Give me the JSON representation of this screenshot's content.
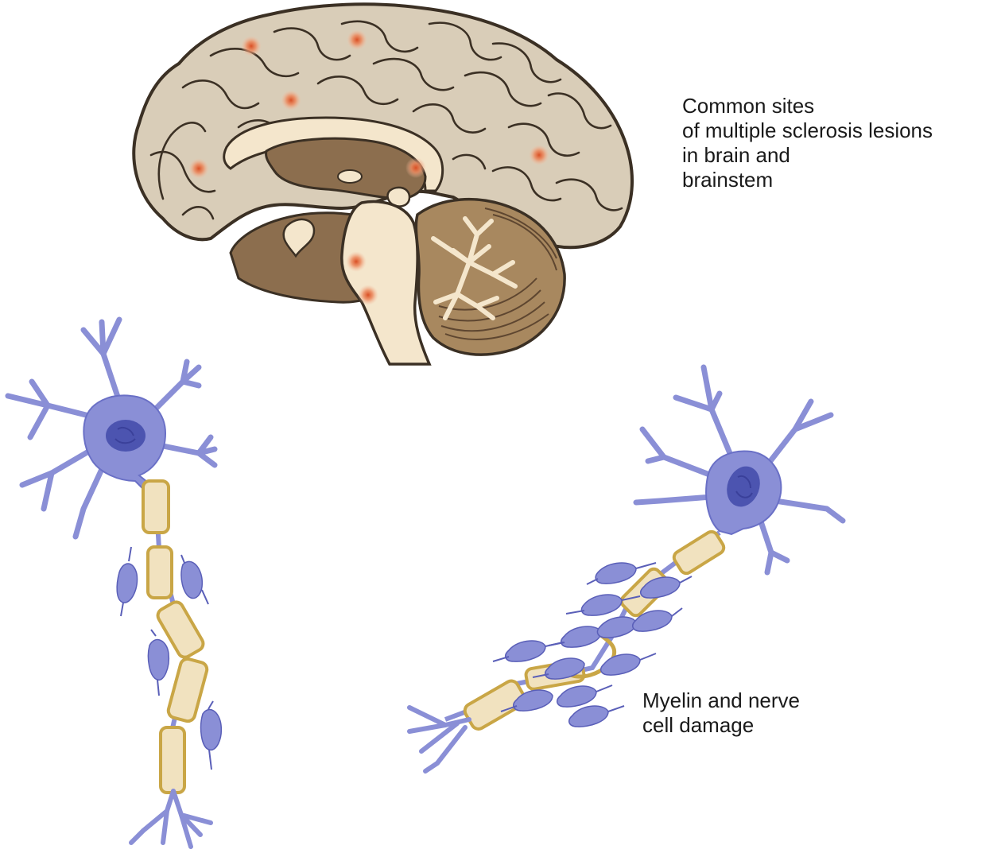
{
  "labels": {
    "lesion_sites": [
      "Common sites",
      "of multiple sclerosis lesions",
      "in brain and",
      "brainstem"
    ],
    "damage": [
      "Myelin and nerve",
      "cell damage"
    ]
  },
  "colors": {
    "cortex": "#d9cdb8",
    "cortex_outline": "#3b3024",
    "deep_brain": "#8c6e4e",
    "white_matter": "#f4e6cc",
    "cerebellum": "#a8885f",
    "lesion": "#e06a3c",
    "neuron": "#8a8fd6",
    "neuron_outline": "#5a5fb8",
    "nucleus": "#4c54b0",
    "myelin_fill": "#f1e2bf",
    "myelin_outline": "#c9a646"
  }
}
